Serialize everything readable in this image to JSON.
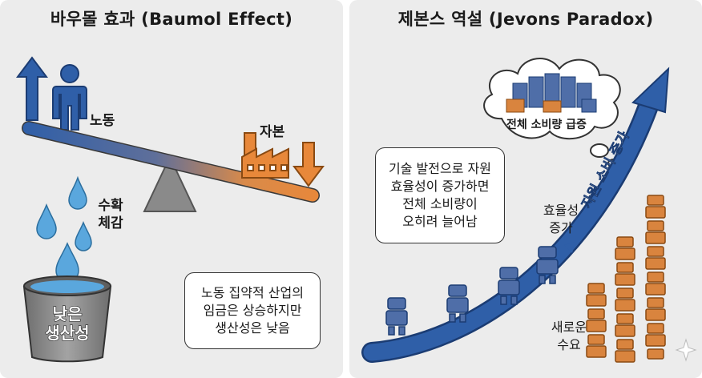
{
  "left_panel": {
    "title": "바우몰 효과 (Baumol Effect)",
    "labor_label": "노동",
    "capital_label": "자본",
    "shrink_label": [
      "수확",
      "체감"
    ],
    "bucket_label": [
      "낮은",
      "생산성"
    ],
    "note_lines": [
      "노동 집약적 산업의",
      "임금은 상승하지만",
      "생산성은 낮음"
    ],
    "colors": {
      "blue": "#2f5fa8",
      "orange": "#e8883a",
      "water": "#5aa7dd",
      "bucket": "#8c8c8c"
    }
  },
  "right_panel": {
    "title": "제본스 역설 (Jevons Paradox)",
    "cloud_label": "전체 소비량 급증",
    "note_lines": [
      "기술 발전으로 자원",
      "효율성이 증가하면",
      "전체 소비량이",
      "오히려 늘어남"
    ],
    "efficiency_label": [
      "효율성",
      "증가"
    ],
    "arrow_label": "자원 소비 증가",
    "demand_label": [
      "새로운",
      "수요"
    ],
    "colors": {
      "arrow": "#2f5fa8",
      "robot_blue": "#4f6ea8",
      "robot_orange": "#d9843e"
    }
  }
}
